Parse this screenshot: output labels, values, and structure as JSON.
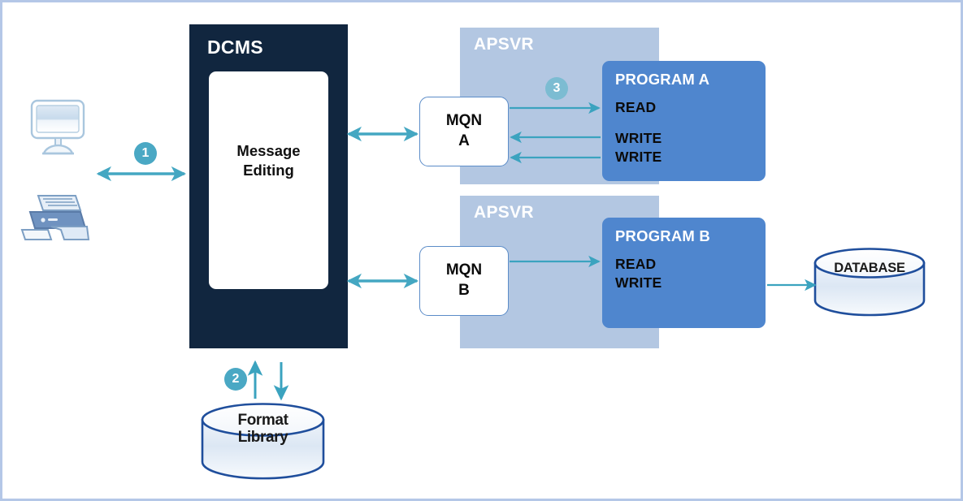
{
  "diagram": {
    "title": "DCMS message flow architecture",
    "border_color": "#b4c7e7",
    "accent_teal": "#4aa8c4",
    "panel_dark": "#11263f",
    "panel_light_blue": "#b3c7e2",
    "program_blue": "#4f86ce"
  },
  "dcms": {
    "title": "DCMS",
    "inner_box_label": "Message\nEditing",
    "inner_box_line1": "Message",
    "inner_box_line2": "Editing"
  },
  "apsvr": [
    {
      "label": "APSVR"
    },
    {
      "label": "APSVR"
    }
  ],
  "mqn": [
    {
      "name": "MQN",
      "suffix": "A",
      "line1": "MQN",
      "line2": "A"
    },
    {
      "name": "MQN",
      "suffix": "B",
      "line1": "MQN",
      "line2": "B"
    }
  ],
  "programs": [
    {
      "title": "PROGRAM A",
      "operations": [
        "READ",
        "WRITE",
        "WRITE"
      ]
    },
    {
      "title": "PROGRAM B",
      "operations": [
        "READ",
        "WRITE"
      ]
    }
  ],
  "cylinders": [
    {
      "name": "format-library",
      "line1": "Format",
      "line2": "Library"
    },
    {
      "name": "database",
      "line1": "DATABASE",
      "line2": ""
    }
  ],
  "badges": [
    {
      "number": "1",
      "color": "#4aa8c4"
    },
    {
      "number": "2",
      "color": "#4aa8c4"
    },
    {
      "number": "3",
      "color": "#7cbcd2"
    }
  ],
  "devices": [
    {
      "name": "monitor",
      "label": ""
    },
    {
      "name": "printer",
      "label": ""
    }
  ]
}
